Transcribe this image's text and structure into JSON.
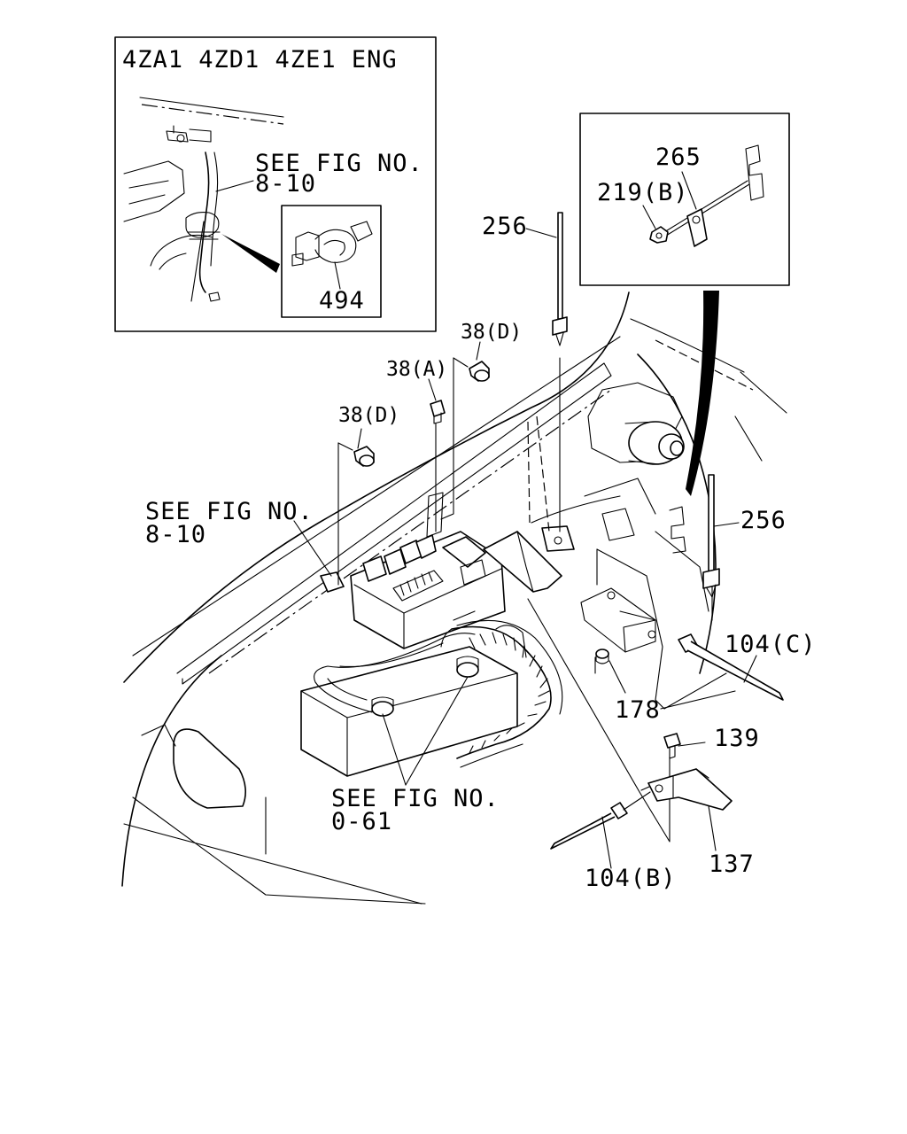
{
  "inset_engine": {
    "title": "4ZA1 4ZD1 4ZE1 ENG",
    "see_fig_line1": "SEE FIG NO.",
    "see_fig_line2": "8-10",
    "part_clip": "494"
  },
  "inset_clip": {
    "part_rod": "265",
    "part_nut": "219(B)"
  },
  "labels": {
    "tie_upper": "256",
    "tie_right": "256",
    "bolt_d_top": "38(D)",
    "bolt_a": "38(A)",
    "bolt_d_left": "38(D)",
    "see_fig_left_1": "SEE FIG NO.",
    "see_fig_left_2": "8-10",
    "tie_c": "104(C)",
    "grommet": "178",
    "bolt_139": "139",
    "bracket": "137",
    "tie_b": "104(B)",
    "see_fig_battery_1": "SEE FIG NO.",
    "see_fig_battery_2": "0-61"
  }
}
